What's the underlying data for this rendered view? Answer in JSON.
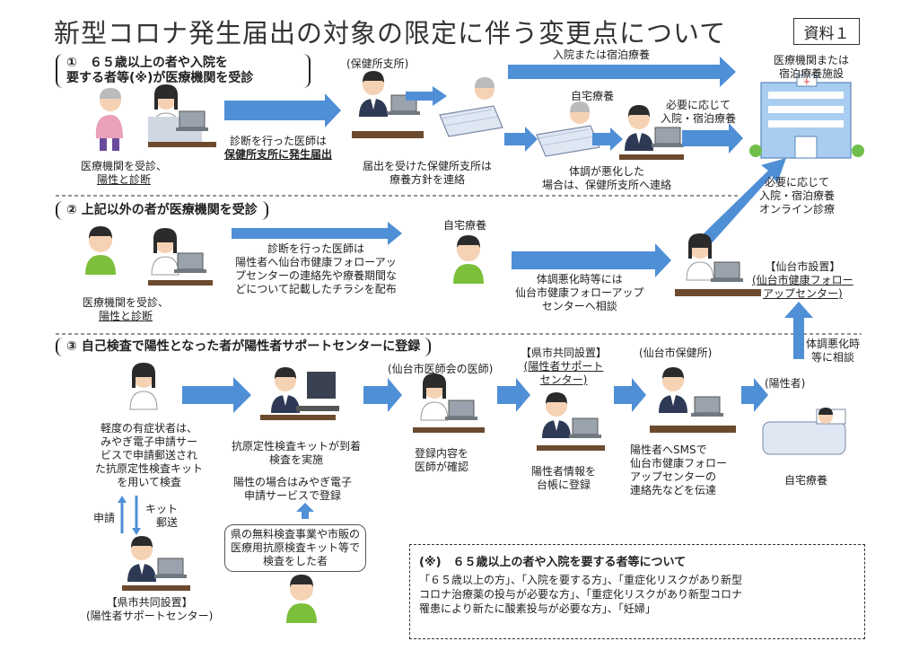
{
  "header": {
    "title": "新型コロナ発生届出の対象の限定に伴う変更点について",
    "doc_label": "資料１"
  },
  "section1": {
    "label_line1": "①　６５歳以上の者や入院を",
    "label_line2": "要する者等(※)が医療機関を受診",
    "branch_label": "(保健所支所)",
    "clinic_caption_1": "医療機関を受診、",
    "clinic_caption_2": "陽性と診断",
    "doctor_report_1": "診断を行った医師は",
    "doctor_report_2": "保健所支所に発生届出",
    "branch_caption_1": "届出を受けた保健所支所は",
    "branch_caption_2": "療養方針を連絡",
    "top_flow": "入院または宿泊療養",
    "home_label": "自宅療養",
    "home_need_1": "必要に応じて",
    "home_need_2": "入院・宿泊療養",
    "worse_1": "体調が悪化した",
    "worse_2": "場合は、保健所支所へ連絡",
    "facility_1": "医療機関または",
    "facility_2": "宿泊療養施設"
  },
  "section2": {
    "label": "② 上記以外の者が医療機関を受診",
    "clinic_caption_1": "医療機関を受診、",
    "clinic_caption_2": "陽性と診断",
    "doctor_note_1": "診断を行った医師は",
    "doctor_note_2": "陽性者へ仙台市健康フォローアッ",
    "doctor_note_3": "プセンターの連絡先や療養期間な",
    "doctor_note_4": "どについて記載したチラシを配布",
    "home_label": "自宅療養",
    "consult_1": "体調悪化時等には",
    "consult_2": "仙台市健康フォローアップ",
    "consult_3": "センターへ相談",
    "need_1": "必要に応じて",
    "need_2": "入院・宿泊療養",
    "need_3": "オンライン診療",
    "center_1": "【仙台市設置】",
    "center_2": "(仙台市健康フォロー",
    "center_3": "アップセンター)"
  },
  "section3": {
    "label": "③ 自己検査で陽性となった者が陽性者サポートセンターに登録",
    "mild_1": "軽度の有症状者は、",
    "mild_2": "みやぎ電子申請サー",
    "mild_3": "ビスで申請郵送され",
    "mild_4": "た抗原定性検査キット",
    "mild_5": "を用いて検査",
    "apply": "申請",
    "kit_1": "キット",
    "kit_2": "郵送",
    "support_1": "【県市共同設置】",
    "support_2": "(陽性者サポートセンター)",
    "kit_arrive_1": "抗原定性検査キットが到着",
    "kit_arrive_2": "検査を実施",
    "register_1": "陽性の場合はみやぎ電子",
    "register_2": "申請サービスで登録",
    "free_1": "県の無料検査事業や市販の",
    "free_2": "医療用抗原検査キット等で",
    "free_3": "検査をした者",
    "med_assoc": "(仙台市医師会の医師)",
    "confirm_1": "登録内容を",
    "confirm_2": "医師が確認",
    "joint_1": "【県市共同設置】",
    "joint_2": "(陽性者サポート",
    "joint_3": "センター)",
    "ledger_1": "陽性者情報を",
    "ledger_2": "台帳に登録",
    "health_center": "(仙台市保健所)",
    "sms_1": "陽性者へSMSで",
    "sms_2": "仙台市健康フォロー",
    "sms_3": "アップセンターの",
    "sms_4": "連絡先などを伝達",
    "positive": "(陽性者)",
    "home": "自宅療養",
    "worse_1": "体調悪化時",
    "worse_2": "等に相談"
  },
  "note": {
    "title": "(※)　６５歳以上の者や入院を要する者等について",
    "line1": "「６５歳以上の方」、「入院を要する方」、「重症化リスクがあり新型",
    "line2": "コロナ治療薬の投与が必要な方」、「重症化リスクがあり新型コロナ",
    "line3": "罹患により新たに酸素投与が必要な方」、「妊婦」"
  },
  "colors": {
    "arrow": "#4f8fd6",
    "hair": "#2b2b2b",
    "skin": "#f6d2b4",
    "green_shirt": "#7cbf3a",
    "bed": "#dfe7f3",
    "building": "#a9cdf0"
  }
}
